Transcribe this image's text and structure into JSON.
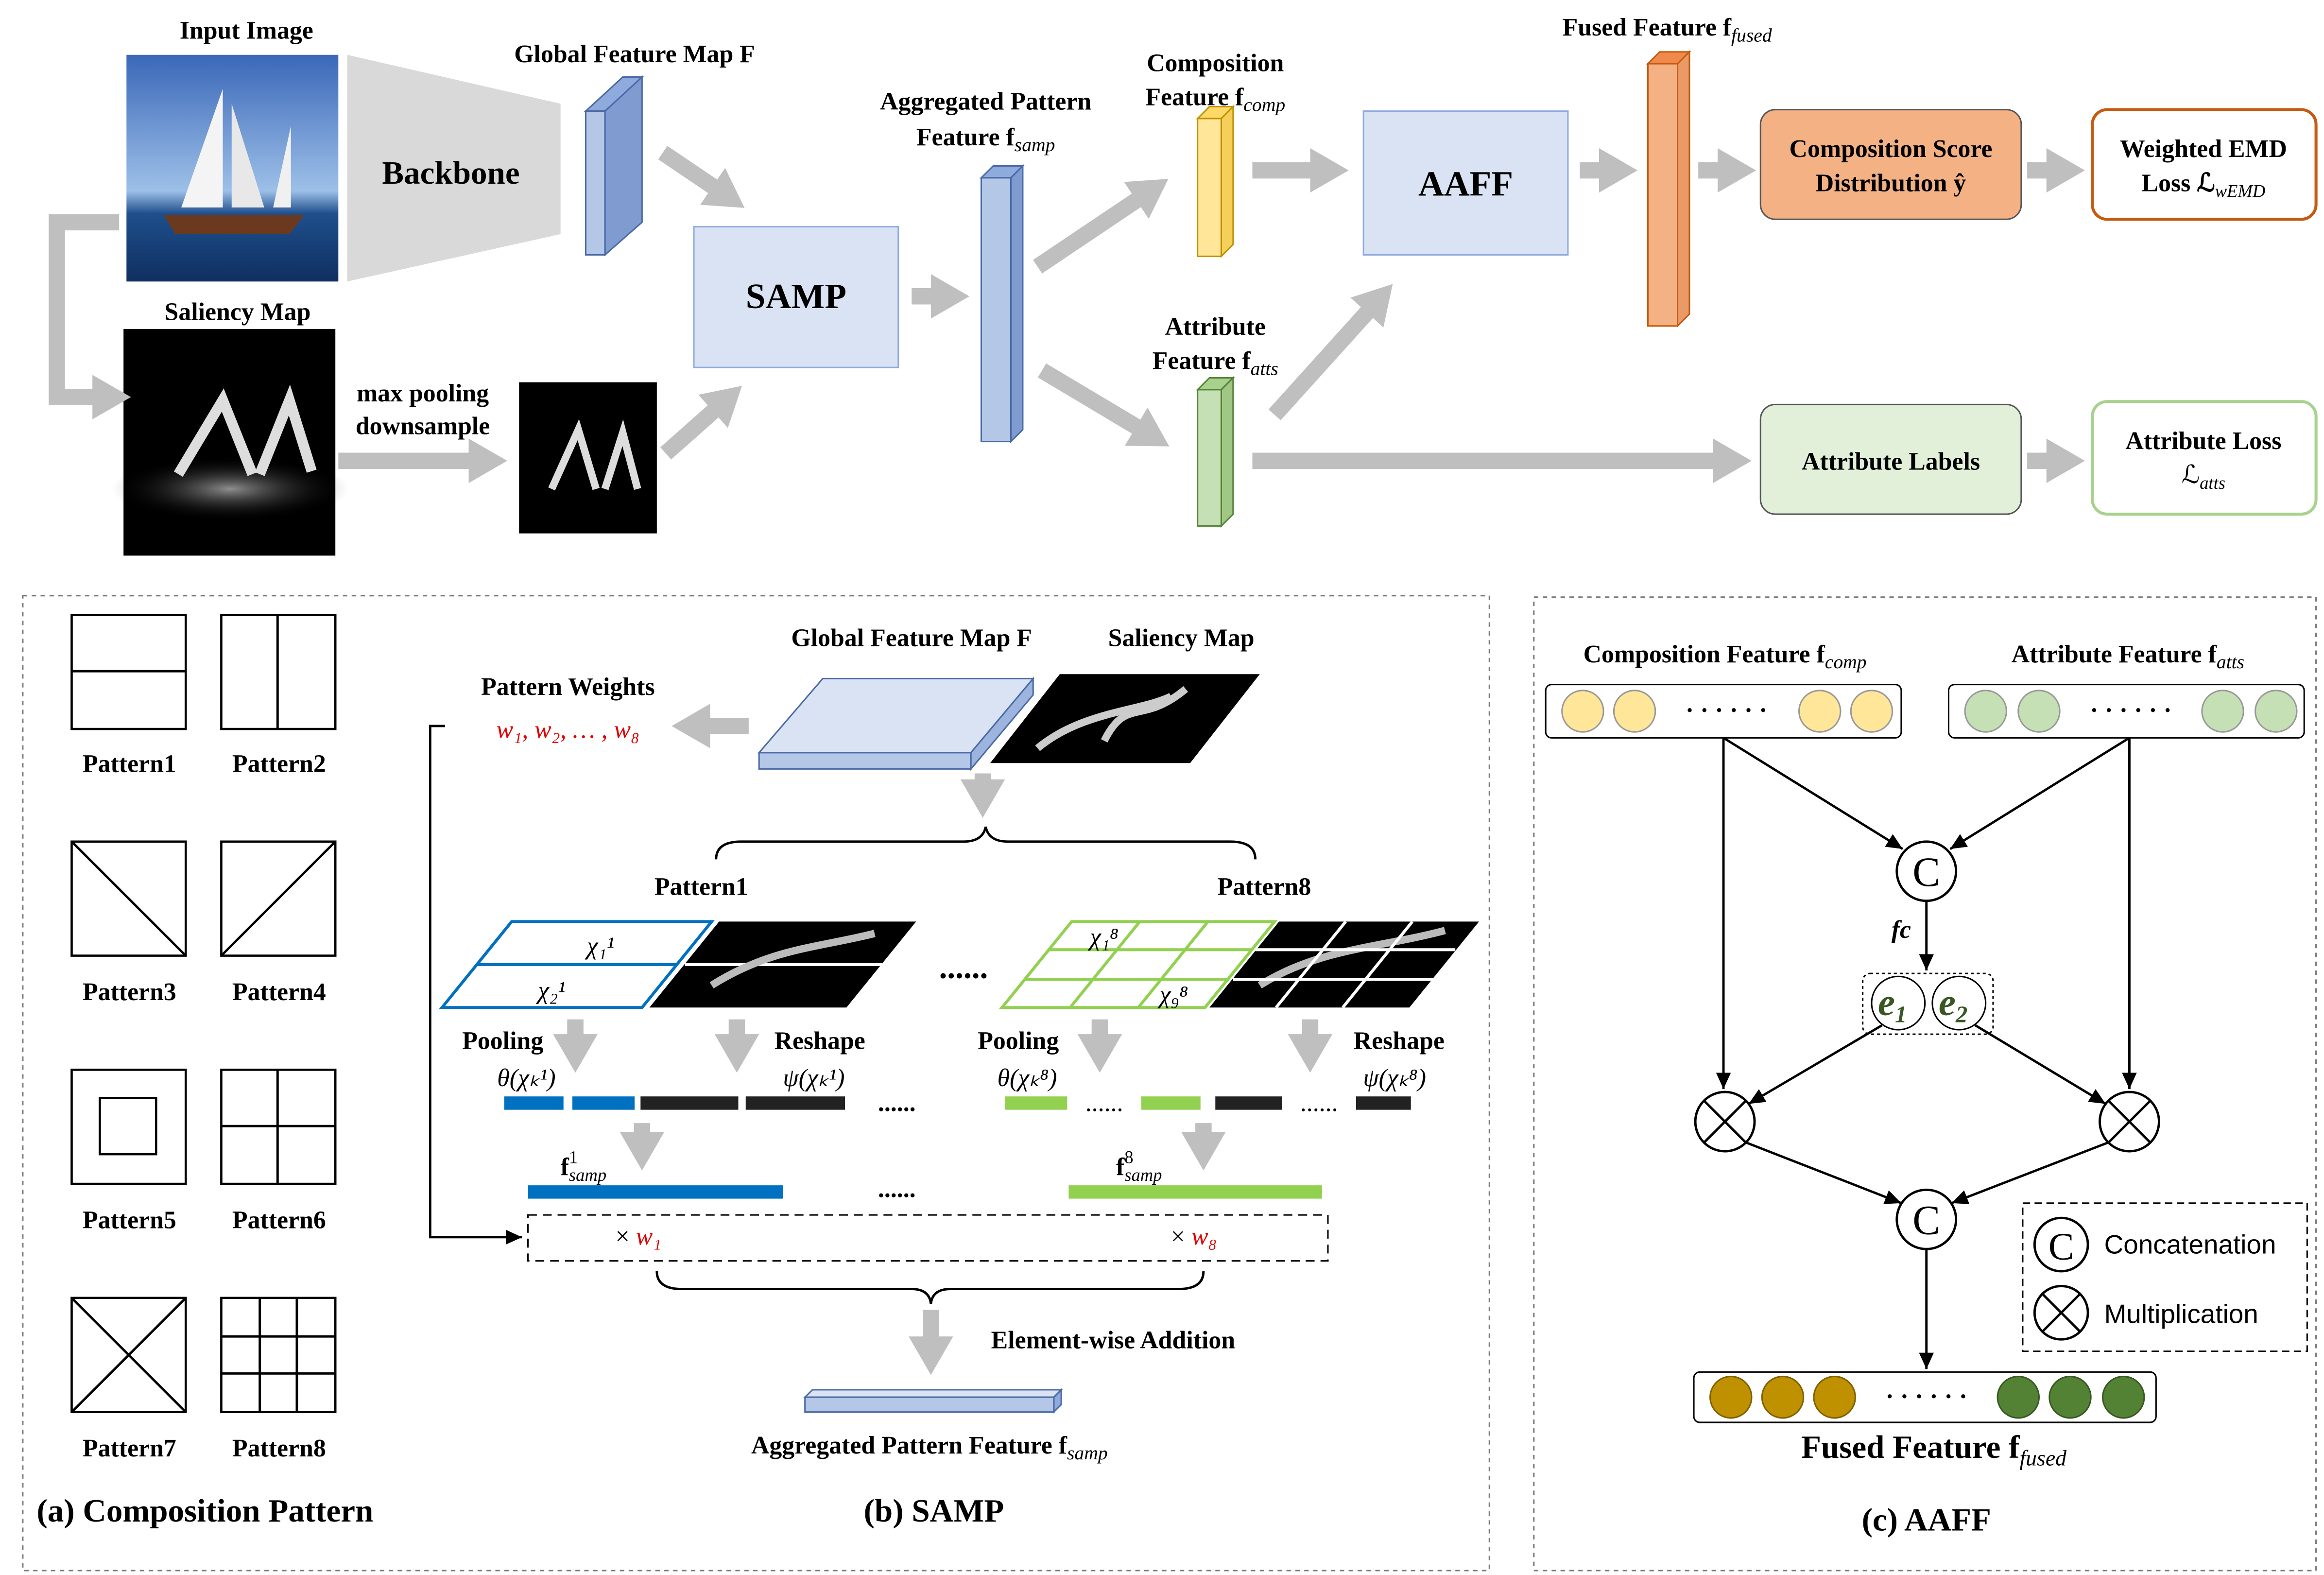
{
  "top": {
    "input_image": "Input Image",
    "backbone": "Backbone",
    "global_feature_map": "Global Feature Map F",
    "saliency_map": "Saliency Map",
    "max_pooling": "max pooling",
    "downsample": "downsample",
    "samp": "SAMP",
    "aggregated_line1": "Aggregated Pattern",
    "aggregated_line2": "Feature f",
    "aggregated_sub": "samp",
    "composition_line1": "Composition",
    "composition_line2": "Feature f",
    "composition_sub": "comp",
    "attribute_line1": "Attribute",
    "attribute_line2": "Feature f",
    "attribute_sub": "atts",
    "aaff": "AAFF",
    "fused_label": "Fused Feature f",
    "fused_sub": "fused",
    "score_line1": "Composition Score",
    "score_line2": "Distribution ŷ",
    "emd_line1": "Weighted EMD",
    "emd_line2": "Loss ℒ",
    "emd_sub": "wEMD",
    "attribute_labels": "Attribute Labels",
    "attr_loss_line1": "Attribute Loss",
    "attr_loss_line2": "ℒ",
    "attr_loss_sub": "atts"
  },
  "panel_a": {
    "patterns": [
      "Pattern1",
      "Pattern2",
      "Pattern3",
      "Pattern4",
      "Pattern5",
      "Pattern6",
      "Pattern7",
      "Pattern8"
    ],
    "caption": "(a) Composition Pattern"
  },
  "panel_b": {
    "global_feature_map": "Global Feature Map F",
    "saliency_map": "Saliency Map",
    "pattern_weights": "Pattern Weights",
    "weights": "w₁, w₂, … , w₈",
    "pattern1": "Pattern1",
    "pattern8": "Pattern8",
    "chi11": "χ₁¹",
    "chi21": "χ₂¹",
    "chi18": "χ₁⁸",
    "chi98": "χ₉⁸",
    "dots": "......",
    "pooling": "Pooling",
    "reshape": "Reshape",
    "theta1": "θ(χₖ¹)",
    "psi1": "ψ(χₖ¹)",
    "theta8": "θ(χₖ⁸)",
    "psi8": "ψ(χₖ⁸)",
    "f1": "f",
    "f1_sup": "1",
    "f8_sup": "8",
    "f_sub": "samp",
    "times_w1": "× ",
    "w1": "w₁",
    "w8": "w₈",
    "element_wise": "Element-wise Addition",
    "aggregated": "Aggregated Pattern Feature f",
    "aggregated_sub": "samp",
    "caption": "(b) SAMP"
  },
  "panel_c": {
    "composition": "Composition Feature f",
    "composition_sub": "comp",
    "attribute": "Attribute Feature f",
    "attribute_sub": "atts",
    "dots": "· · · · · ·",
    "concat_symbol": "C",
    "mult_symbol": "×",
    "fc": "fc",
    "e1": "e",
    "e1_sub": "1",
    "e2": "e",
    "e2_sub": "2",
    "fused": "Fused Feature f",
    "fused_sub": "fused",
    "legend_concat": "Concatenation",
    "legend_mult": "Multiplication",
    "caption": "(c) AAFF"
  },
  "colors": {
    "blue_feature": "#b4c7e7",
    "yellow_feature": "#ffe699",
    "green_feature": "#c5e0b4",
    "orange_feature": "#f4b183",
    "samp_box": "#dae3f3",
    "pattern1_blue": "#0070c0",
    "pattern8_green": "#92d050",
    "weights_red": "#e00000",
    "fused_gold": "#bf9000",
    "fused_green": "#548235"
  }
}
